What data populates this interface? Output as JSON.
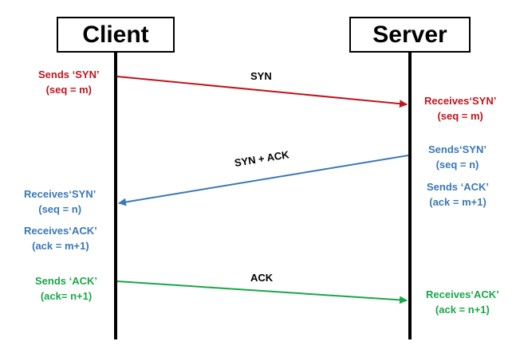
{
  "participants": {
    "client": "Client",
    "server": "Server"
  },
  "colors": {
    "syn": "#c0161d",
    "synack": "#3a78b7",
    "ack": "#1aa64a"
  },
  "messages": {
    "syn": "SYN",
    "synack": "SYN + ACK",
    "ack": "ACK"
  },
  "client_notes": {
    "sends_syn": [
      "Sends ‘SYN’",
      "(seq = m)"
    ],
    "receives_syn": [
      "Receives‘SYN’",
      "(seq = n)"
    ],
    "receives_ack": [
      "Receives‘ACK’",
      "(ack = m+1)"
    ],
    "sends_ack": [
      "Sends ‘ACK’",
      "(ack= n+1)"
    ]
  },
  "server_notes": {
    "receives_syn": [
      "Receives‘SYN’",
      "(seq = m)"
    ],
    "sends_syn": [
      "Sends‘SYN’",
      "(seq = n)"
    ],
    "sends_ack": [
      "Sends ‘ACK’",
      "(ack = m+1)"
    ],
    "receives_ack": [
      "Receives‘ACK’",
      "(ack = n+1)"
    ]
  }
}
